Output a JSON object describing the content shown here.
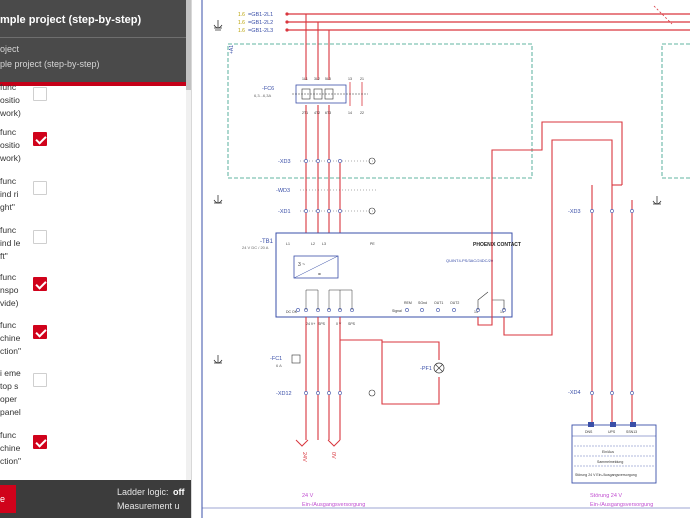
{
  "panel": {
    "title": "mple project (step-by-step)",
    "project_label": "oject",
    "project_name": "ple project (step-by-step)",
    "tasks": [
      {
        "lines": [
          "func",
          "ositio",
          "work)"
        ],
        "checked": false
      },
      {
        "lines": [
          "func",
          "ositio",
          "work)"
        ],
        "checked": true
      },
      {
        "lines": [
          "func",
          "ind ri",
          "ght\""
        ],
        "checked": false
      },
      {
        "lines": [
          "func",
          "ind le",
          "ft\""
        ],
        "checked": false
      },
      {
        "lines": [
          "func",
          "nspo",
          "vide)"
        ],
        "checked": true
      },
      {
        "lines": [
          "func",
          "chine",
          "ction\""
        ],
        "checked": true
      },
      {
        "lines": [
          "i eme",
          "top s",
          "oper",
          "panel"
        ],
        "checked": false
      },
      {
        "lines": [
          "func",
          "chine",
          "ction\""
        ],
        "checked": true
      }
    ],
    "footer": {
      "button_label": "e",
      "ladder_logic_label": "Ladder logic:",
      "ladder_logic_value": "off",
      "measurement_label": "Measurement u"
    }
  },
  "schematic": {
    "bus_labels": [
      "=GB1-2L1",
      "=GB1-2L2",
      "=GB1-2L3"
    ],
    "bus_prefixes": [
      "1.6",
      "1.6",
      "1.6"
    ],
    "breaker": {
      "tag": "-FC6",
      "rating": "6,3...6,3A",
      "top_terminals": [
        "1L1",
        "3L2",
        "5L3",
        "13",
        "21"
      ],
      "bottom_terminals": [
        "2T1",
        "4T2",
        "6T3",
        "14",
        "22"
      ]
    },
    "terminal_tags": {
      "xd3_left": "-XD3",
      "wd3": "-WD3",
      "xd1": "-XD1",
      "xd3_right": "-XD3",
      "xd4": "-XD4",
      "xd12": "-XD12",
      "area_tag": "+A1"
    },
    "psu": {
      "tag": "-TB1",
      "spec": "24 V DC / 20 A",
      "model": "QUINT4-PS/3AC/24DC/20",
      "brand": "PHOENIX CONTACT",
      "input_terminals": [
        "L1",
        "L2",
        "L3",
        "PE"
      ],
      "output_terminals": [
        "24 V+",
        "SPS",
        "0 V",
        "SPS"
      ],
      "signal_terminals": [
        "REM",
        "SGnd",
        "OUT1",
        "OUT2",
        "13",
        "14"
      ],
      "signal_label": "Signal",
      "dc_label": "DC OK"
    },
    "fc1": {
      "tag": "-FC1",
      "rating": "6 A"
    },
    "pf1": {
      "tag": "-PF1"
    },
    "outputs": {
      "left": "24V",
      "right": "0V"
    },
    "module": {
      "line1": "Ein/Aus",
      "line2": "Sammelmeldung",
      "footer": "Störung 24 V Ein-/Ausgangsversorgung",
      "pins": [
        "DNS",
        "UPS",
        "SSN13"
      ]
    },
    "bottom_labels": {
      "left_title": "24 V",
      "left_sub": "Ein-/Ausgangsversorgung",
      "right_title": "Störung 24 V",
      "right_sub": "Ein-/Ausgangsversorgung"
    },
    "colors": {
      "wire_red": "#d9363e",
      "frame_blue": "#3a4fa8",
      "box_green": "#2f9c84",
      "accent": "#d0021b"
    }
  }
}
